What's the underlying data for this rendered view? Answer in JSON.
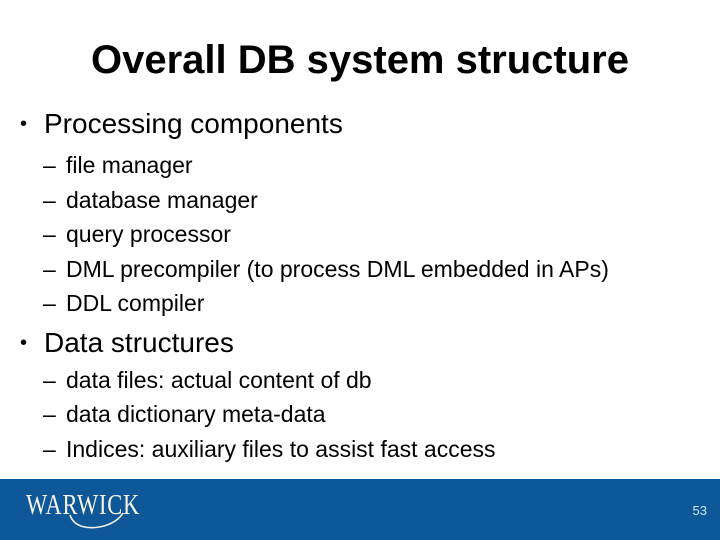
{
  "slide": {
    "title": "Overall DB system structure",
    "bullet_glyph": "●",
    "sub_bullet_glyph": "–",
    "bullets": [
      {
        "label": "Processing components",
        "sub": [
          "file manager",
          "database manager",
          "query processor",
          "DML precompiler (to process DML embedded in APs)",
          "DDL compiler"
        ]
      },
      {
        "label": "Data structures",
        "sub": [
          "data files: actual content of db",
          "data dictionary meta-data",
          "Indices: auxiliary files to assist fast access"
        ]
      }
    ]
  },
  "footer": {
    "logo_text": "WARWICK",
    "page_number": "53",
    "colors": {
      "bar": "#0e5799",
      "logo": "#f7f3e8",
      "page_number": "#c9e9f7",
      "title_text": "#000000",
      "body_text": "#000000",
      "background": "#ffffff"
    }
  }
}
